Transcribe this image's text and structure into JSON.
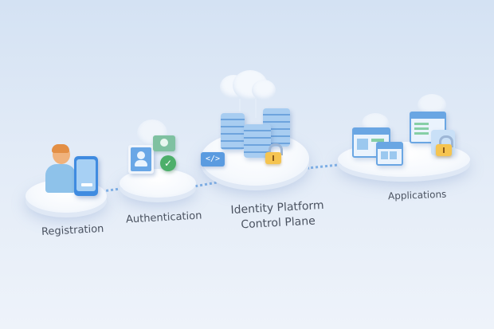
{
  "diagram": {
    "stages": [
      {
        "id": "registration",
        "label": "Registration",
        "icons": [
          "user-avatar-icon",
          "mobile-phone-icon"
        ]
      },
      {
        "id": "authentication",
        "label": "Authentication",
        "icons": [
          "user-id-card-icon",
          "chat-check-icon",
          "green-check-icon"
        ]
      },
      {
        "id": "control-plane",
        "label": "Identity Platform\nControl Plane",
        "label_line1": "Identity Platform",
        "label_line2": "Control Plane",
        "icons": [
          "cloud-icon",
          "server-stack-icon",
          "code-tag-icon",
          "padlock-icon"
        ]
      },
      {
        "id": "applications",
        "label": "Applications",
        "icons": [
          "browser-window-icon",
          "padlock-icon",
          "cloud-icon"
        ]
      }
    ],
    "code_tag": "</>",
    "connectors": "dotted-blue",
    "colors": {
      "accent": "#5a9be0",
      "lock": "#f5c450",
      "check": "#4caf6a",
      "text": "#4a5260"
    }
  }
}
